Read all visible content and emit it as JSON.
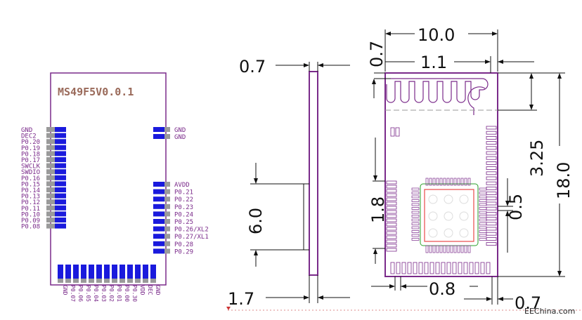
{
  "module": {
    "model_label": "MS49F5V0.0.1",
    "left_pins": [
      "GND",
      "DEC2",
      "P0.20",
      "P0.19",
      "P0.18",
      "P0.17",
      "SWCLK",
      "SWDIO",
      "P0.16",
      "P0.15",
      "P0.14",
      "P0.13",
      "P0.12",
      "P0.11",
      "P0.10",
      "P0.09",
      "P0.08"
    ],
    "right_pins_top": [
      "GND",
      "GND"
    ],
    "right_pins_mid": [
      "AVDD",
      "P0.21",
      "P0.22",
      "P0.23",
      "P0.24",
      "P0.25",
      "P0.26/XL2",
      "P0.27/XL1",
      "P0.28",
      "P0.29"
    ],
    "bottom_pins": [
      "GND",
      "P0.07",
      "P0.06",
      "P0.05",
      "P0.04",
      "P0.03",
      "P0.02",
      "P0.01",
      "P0.00",
      "P0.30",
      "VDD",
      "DEC",
      "GND"
    ],
    "colors": {
      "outline": "#7a2a8a",
      "pad": "#1a1add",
      "pad_gray": "#9a9a9a",
      "label": "#7a2a8a",
      "antenna": "#7a2a8a",
      "chip": "#e84a4a",
      "chip_pad": "#7a2a8a",
      "chip_green": "#2aa02a"
    }
  },
  "dimensions": {
    "side_thickness": "0.7",
    "side_height": "6.0",
    "side_bottom": "1.7",
    "width": "10.0",
    "top_margin": "0.7",
    "antenna_offset": "1.1",
    "antenna_height": "3.25",
    "length": "18.0",
    "pin_pitch": "1.8",
    "pin_width": "0.5",
    "bottom_pitch": "0.8",
    "bottom_offset": "0.7"
  },
  "watermark": "EEChina.com"
}
